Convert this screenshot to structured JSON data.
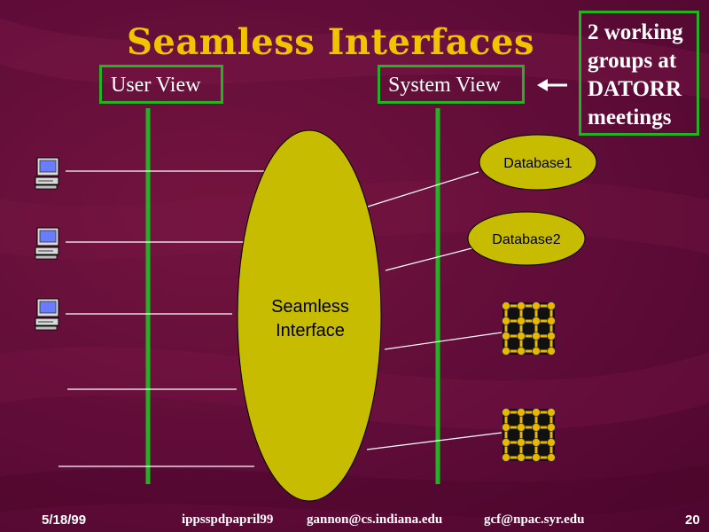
{
  "slide": {
    "title": "Seamless Interfaces",
    "user_view_label": "User View",
    "system_view_label": "System View",
    "note_lines": [
      "2 working",
      "groups at",
      "DATORR",
      "meetings"
    ],
    "center_label_lines": [
      "Seamless",
      "Interface"
    ],
    "database_labels": [
      "Database1",
      "Database2"
    ]
  },
  "footer": {
    "date": "5/18/99",
    "file_name": "ippsspdpapril99",
    "email_1": "gannon@cs.indiana.edu",
    "email_2": "gcf@npac.syr.edu",
    "page_number": "20"
  },
  "colors": {
    "background": "#5f0c38",
    "accent": "#f2c400",
    "ellipse_fill": "#c8bc00",
    "box_border": "#22b222",
    "grid_node": "#e8b800"
  },
  "icons": {
    "client_icon": "desktop-computer-icon",
    "arrow_icon": "arrow-left-icon",
    "grid_icon": "compute-grid-icon"
  }
}
